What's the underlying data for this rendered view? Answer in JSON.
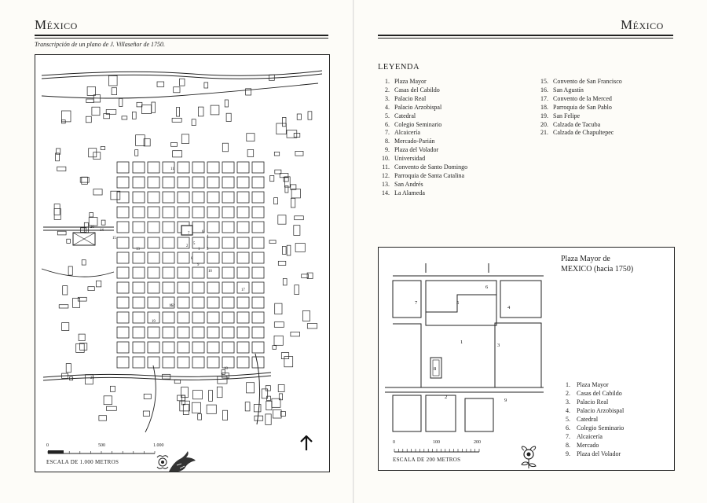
{
  "left_page": {
    "title": "México",
    "caption": "Transcripción de un plano de J. Villaseñor de 1750.",
    "map_labels": [
      "1",
      "2",
      "3",
      "4",
      "5",
      "6",
      "7",
      "8",
      "9",
      "10",
      "11",
      "12",
      "13",
      "14",
      "15",
      "16",
      "17",
      "18",
      "19",
      "20",
      "21"
    ],
    "scale": {
      "ticks": [
        "0",
        "500",
        "1.000"
      ],
      "label": "ESCALA DE 1.000 METROS"
    },
    "north_arrow_icon": "north-arrow-icon",
    "ornament_icon": "bird-flower-ornament-icon"
  },
  "right_page": {
    "title": "México",
    "legend_title": "LEYENDA",
    "legend_col1": [
      {
        "num": "1.",
        "name": "Plaza Mayor"
      },
      {
        "num": "2.",
        "name": "Casas del Cabildo"
      },
      {
        "num": "3.",
        "name": "Palacio Real"
      },
      {
        "num": "4.",
        "name": "Palacio Arzobispal"
      },
      {
        "num": "5.",
        "name": "Catedral"
      },
      {
        "num": "6.",
        "name": "Colegio Seminario"
      },
      {
        "num": "7.",
        "name": "Alcaicería"
      },
      {
        "num": "8.",
        "name": "Mercado-Parián"
      },
      {
        "num": "9.",
        "name": "Plaza del Volador"
      },
      {
        "num": "10.",
        "name": "Universidad"
      },
      {
        "num": "11.",
        "name": "Convento de Santo Domingo"
      },
      {
        "num": "12.",
        "name": "Parroquia de Santa Catalina"
      },
      {
        "num": "13.",
        "name": "San Andrés"
      },
      {
        "num": "14.",
        "name": "La Alameda"
      }
    ],
    "legend_col2": [
      {
        "num": "15.",
        "name": "Convento de San Francisco"
      },
      {
        "num": "16.",
        "name": "San Agustín"
      },
      {
        "num": "17.",
        "name": "Convento de la Merced"
      },
      {
        "num": "18.",
        "name": "Parroquia de San Pablo"
      },
      {
        "num": "19.",
        "name": "San Felipe"
      },
      {
        "num": "20.",
        "name": "Calzada de Tacuba"
      },
      {
        "num": "21.",
        "name": "Calzada de Chapultepec"
      }
    ],
    "inset": {
      "title_line1": "Plaza Mayor de",
      "title_line2": "MEXICO (hacia 1750)",
      "map_labels": [
        "1",
        "2",
        "3",
        "4",
        "5",
        "6",
        "7",
        "8",
        "9"
      ],
      "legend": [
        {
          "num": "1.",
          "name": "Plaza Mayor"
        },
        {
          "num": "2.",
          "name": "Casas del Cabildo"
        },
        {
          "num": "3.",
          "name": "Palacio Real"
        },
        {
          "num": "4.",
          "name": "Palacio Arzobispal"
        },
        {
          "num": "5.",
          "name": "Catedral"
        },
        {
          "num": "6.",
          "name": "Colegio Seminario"
        },
        {
          "num": "7.",
          "name": "Alcaicería"
        },
        {
          "num": "8.",
          "name": "Mercado"
        },
        {
          "num": "9.",
          "name": "Plaza del Volador"
        }
      ],
      "scale": {
        "ticks": [
          "0",
          "100",
          "200"
        ],
        "label": "ESCALA DE 200 METROS"
      },
      "ornament_icon": "flower-ornament-icon"
    }
  }
}
